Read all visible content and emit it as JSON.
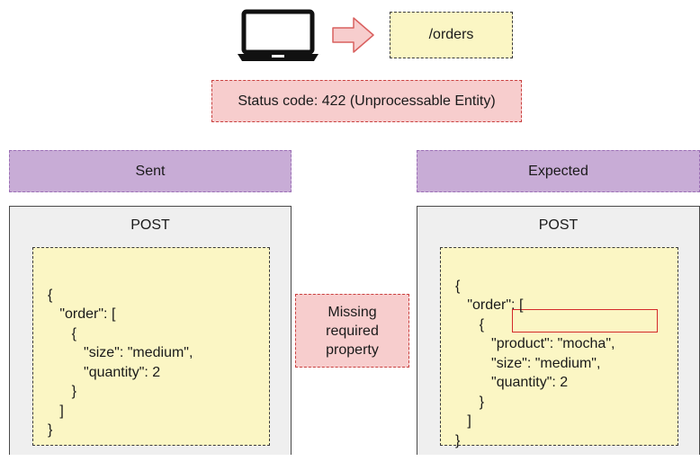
{
  "endpoint": "/orders",
  "status": "Status code: 422 (Unprocessable Entity)",
  "note": "Missing\nrequired\nproperty",
  "sent": {
    "header": "Sent",
    "method": "POST",
    "body_lines": [
      "{",
      "   \"order\": [",
      "      {",
      "         \"size\": \"medium\",",
      "         \"quantity\": 2",
      "      }",
      "   ]",
      "}"
    ]
  },
  "expected": {
    "header": "Expected",
    "method": "POST",
    "body_lines": [
      "{",
      "   \"order\": [",
      "      {",
      "         \"product\": \"mocha\",",
      "         \"size\": \"medium\",",
      "         \"quantity\": 2",
      "      }",
      "   ]",
      "}"
    ],
    "highlighted_line_index": 3
  },
  "icons": {
    "client": "laptop-icon",
    "arrow": "right-arrow-icon"
  },
  "colors": {
    "note_fill": "#f7cdcd",
    "header_fill": "#c8acd6",
    "code_fill": "#fbf6c4",
    "panel_fill": "#efefef",
    "highlight": "#d42a2a"
  }
}
